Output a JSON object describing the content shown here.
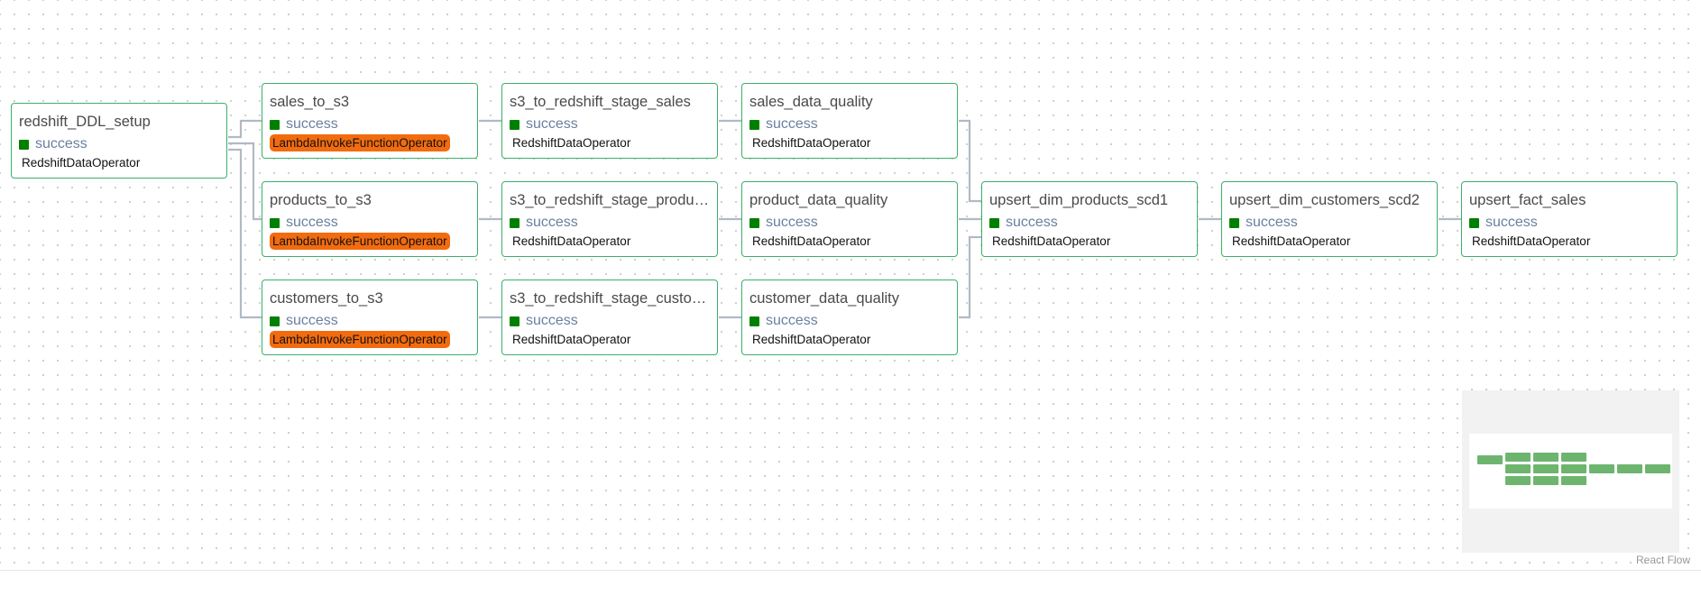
{
  "app": {
    "attribution": "React Flow"
  },
  "colors": {
    "node_border": "#3ab06a",
    "success": "#008000",
    "lambda_badge": "#f26b0e",
    "edge": "#b1b9c4"
  },
  "nodes": [
    {
      "id": "redshift_DDL_setup",
      "title": "redshift_DDL_setup",
      "state": "success",
      "operator": "RedshiftDataOperator"
    },
    {
      "id": "sales_to_s3",
      "title": "sales_to_s3",
      "state": "success",
      "operator": "LambdaInvokeFunctionOperator"
    },
    {
      "id": "products_to_s3",
      "title": "products_to_s3",
      "state": "success",
      "operator": "LambdaInvokeFunctionOperator"
    },
    {
      "id": "customers_to_s3",
      "title": "customers_to_s3",
      "state": "success",
      "operator": "LambdaInvokeFunctionOperator"
    },
    {
      "id": "s3_to_redshift_stage_sales",
      "title": "s3_to_redshift_stage_sales",
      "state": "success",
      "operator": "RedshiftDataOperator"
    },
    {
      "id": "s3_to_redshift_stage_products",
      "title": "s3_to_redshift_stage_produ…",
      "state": "success",
      "operator": "RedshiftDataOperator"
    },
    {
      "id": "s3_to_redshift_stage_customers",
      "title": "s3_to_redshift_stage_custo…",
      "state": "success",
      "operator": "RedshiftDataOperator"
    },
    {
      "id": "sales_data_quality",
      "title": "sales_data_quality",
      "state": "success",
      "operator": "RedshiftDataOperator"
    },
    {
      "id": "product_data_quality",
      "title": "product_data_quality",
      "state": "success",
      "operator": "RedshiftDataOperator"
    },
    {
      "id": "customer_data_quality",
      "title": "customer_data_quality",
      "state": "success",
      "operator": "RedshiftDataOperator"
    },
    {
      "id": "upsert_dim_products_scd1",
      "title": "upsert_dim_products_scd1",
      "state": "success",
      "operator": "RedshiftDataOperator"
    },
    {
      "id": "upsert_dim_customers_scd2",
      "title": "upsert_dim_customers_scd2",
      "state": "success",
      "operator": "RedshiftDataOperator"
    },
    {
      "id": "upsert_fact_sales",
      "title": "upsert_fact_sales",
      "state": "success",
      "operator": "RedshiftDataOperator"
    }
  ],
  "edges": [
    [
      "redshift_DDL_setup",
      "sales_to_s3"
    ],
    [
      "redshift_DDL_setup",
      "products_to_s3"
    ],
    [
      "redshift_DDL_setup",
      "customers_to_s3"
    ],
    [
      "sales_to_s3",
      "s3_to_redshift_stage_sales"
    ],
    [
      "products_to_s3",
      "s3_to_redshift_stage_products"
    ],
    [
      "customers_to_s3",
      "s3_to_redshift_stage_customers"
    ],
    [
      "s3_to_redshift_stage_sales",
      "sales_data_quality"
    ],
    [
      "s3_to_redshift_stage_products",
      "product_data_quality"
    ],
    [
      "s3_to_redshift_stage_customers",
      "customer_data_quality"
    ],
    [
      "sales_data_quality",
      "upsert_dim_products_scd1"
    ],
    [
      "product_data_quality",
      "upsert_dim_products_scd1"
    ],
    [
      "customer_data_quality",
      "upsert_dim_products_scd1"
    ],
    [
      "upsert_dim_products_scd1",
      "upsert_dim_customers_scd2"
    ],
    [
      "upsert_dim_customers_scd2",
      "upsert_fact_sales"
    ]
  ]
}
